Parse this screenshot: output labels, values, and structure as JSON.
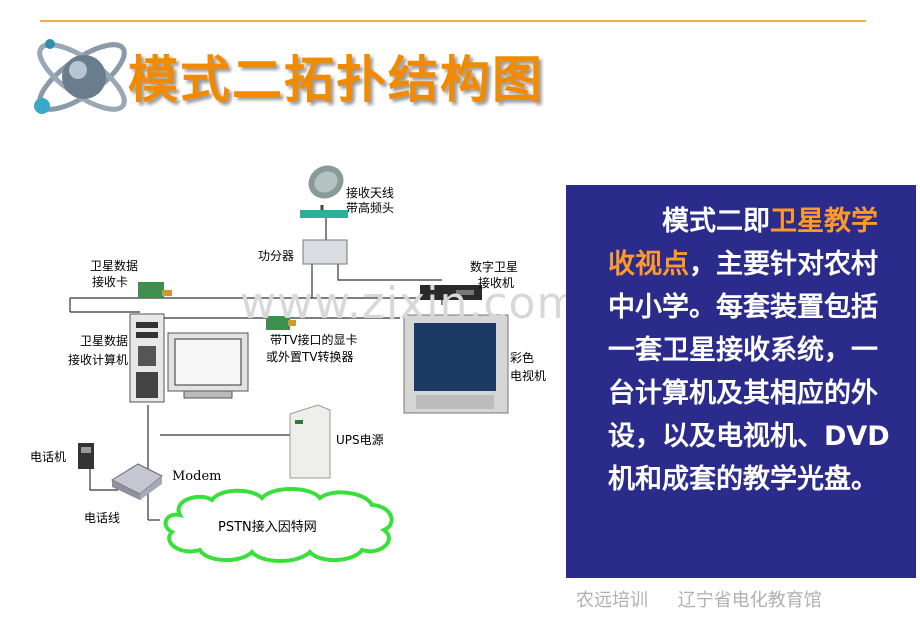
{
  "title": "模式二拓扑结构图",
  "watermark": "www.zixin.com.cn",
  "diagram": {
    "antenna_line1": "接收天线",
    "antenna_line2": "带高频头",
    "splitter": "功分器",
    "card_line1": "卫星数据",
    "card_line2": "接收卡",
    "receiver_line1": "数字卫星",
    "receiver_line2": "接收机",
    "computer_line1": "卫星数据",
    "computer_line2": "接收计算机",
    "tvcard_line1": "带TV接口的显卡",
    "tvcard_line2": "或外置TV转换器",
    "tv_line1": "彩色",
    "tv_line2": "电视机",
    "ups": "UPS电源",
    "phone": "电话机",
    "modem": "Modem",
    "phone_line": "电话线",
    "pstn": "PSTN接入因特网"
  },
  "note": {
    "prefix": "模式二即",
    "highlight": "卫星教学收视点",
    "body": "，主要针对农村中小学。每套装置包括一套卫星接收系统，一台计算机及其相应的外设，以及电视机、DVD机和成套的教学光盘。"
  },
  "footer": {
    "left": "农远培训",
    "right": "辽宁省电化教育馆"
  }
}
